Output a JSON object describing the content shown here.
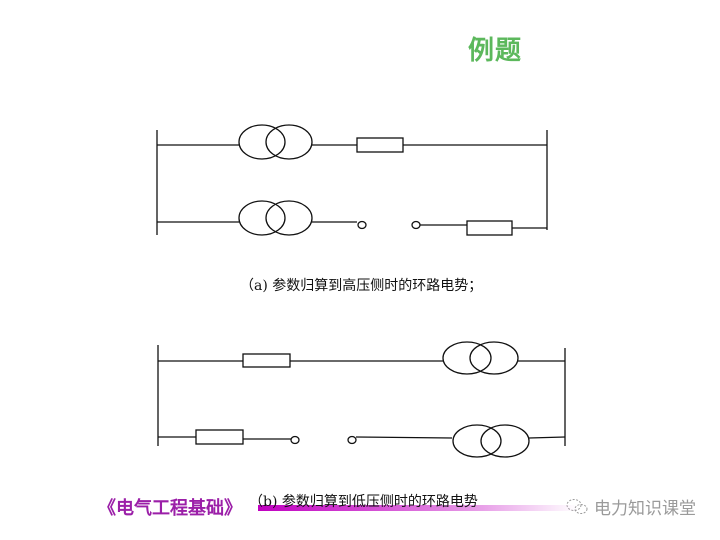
{
  "slide": {
    "title": "例题",
    "title_color": "#5cb85c"
  },
  "diagram_a": {
    "caption": "（a) 参数归算到高压侧时的环路电势；",
    "top_branch": [
      "transformer",
      "resistor"
    ],
    "bottom_branch": [
      "transformer",
      "open-terminal",
      "open-terminal",
      "resistor"
    ]
  },
  "diagram_b": {
    "caption": "（b) 参数归算到低压侧时的环路电势",
    "top_branch": [
      "resistor",
      "transformer"
    ],
    "bottom_branch": [
      "resistor",
      "open-terminal",
      "open-terminal",
      "transformer"
    ]
  },
  "footer": {
    "course_title": "《电气工程基础》",
    "course_color": "#9b1fa8",
    "bar_color": "#c000c0",
    "watermark_icon": "wechat-icon",
    "watermark_text": "电力知识课堂"
  }
}
